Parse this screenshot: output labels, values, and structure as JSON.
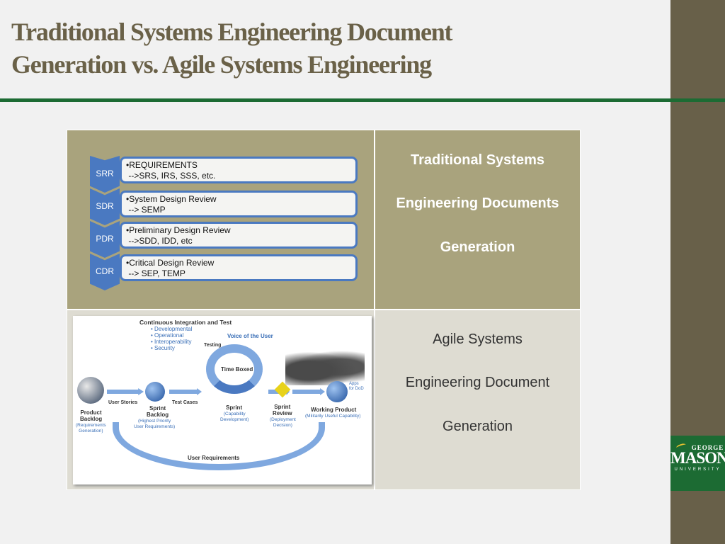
{
  "title": {
    "line1": "Traditional Systems Engineering Document",
    "line2": "Generation vs. Agile Systems Engineering"
  },
  "phases": [
    {
      "code": "SRR",
      "line1": "•REQUIREMENTS",
      "line2": " -->SRS, IRS, SSS, etc."
    },
    {
      "code": "SDR",
      "line1": "•System Design Review",
      "line2": " --> SEMP"
    },
    {
      "code": "PDR",
      "line1": "•Preliminary Design Review",
      "line2": " -->SDD, IDD, etc"
    },
    {
      "code": "CDR",
      "line1": "•Critical Design Review",
      "line2": " --> SEP, TEMP"
    }
  ],
  "traditional": {
    "line1": "Traditional Systems",
    "line2": "Engineering Documents",
    "line3": "Generation"
  },
  "agile": {
    "line1": "Agile Systems",
    "line2": "Engineering Document",
    "line3": "Generation"
  },
  "agile_diagram": {
    "ci_title": "Continuous Integration and Test",
    "ci_items": [
      "• Developmental",
      "• Operational",
      "• Interoperability",
      "• Security"
    ],
    "voice": "Voice of the User",
    "testing": "Testing",
    "time_boxed": "Time Boxed",
    "user_stories": "User Stories",
    "test_cases": "Test Cases",
    "product_backlog": "Product\nBacklog",
    "product_backlog_sub": "(Requirements\nGeneration)",
    "sprint_backlog": "Sprint\nBacklog",
    "sprint_backlog_sub": "(Highest Priority\nUser Requirements)",
    "sprint": "Sprint",
    "sprint_sub": "(Capability\nDevelopment)",
    "sprint_review": "Sprint\nReview",
    "sprint_review_sub": "(Deployment\nDecision)",
    "working_product": "Working Product",
    "working_product_sub": "(Militarily Useful Capability)",
    "apps": "Apps\nfor DoD",
    "user_requirements": "User Requirements"
  },
  "logo": {
    "line1": "GEORGE",
    "line2": "MASON",
    "line3": "UNIVERSITY"
  },
  "colors": {
    "olive": "#a9a37d",
    "brown_bar": "#686049",
    "green": "#1c6b33",
    "blue": "#4a79c1"
  }
}
